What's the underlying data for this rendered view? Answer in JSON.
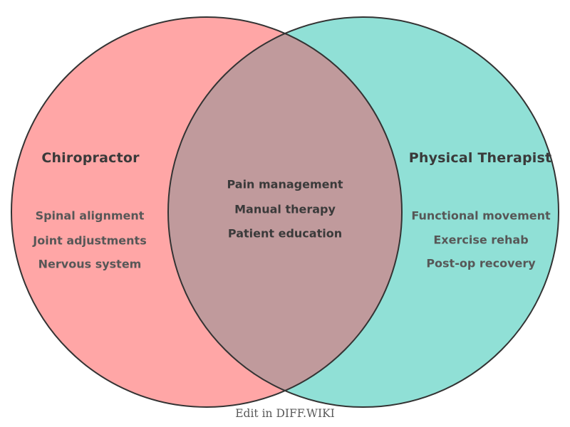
{
  "diagram": {
    "left": {
      "title": "Chiropractor",
      "items": [
        "Spinal alignment",
        "Joint adjustments",
        "Nervous system"
      ],
      "fill_color": "#FFA6A6"
    },
    "right": {
      "title": "Physical Therapist",
      "items": [
        "Functional movement",
        "Exercise rehab",
        "Post-op recovery"
      ],
      "fill_color": "#90E0D6"
    },
    "overlap": {
      "items": [
        "Pain management",
        "Manual therapy",
        "Patient education"
      ],
      "fill_color": "#C09A9C"
    },
    "stroke_color": "#333333",
    "footer": "Edit in DIFF.WIKI"
  }
}
